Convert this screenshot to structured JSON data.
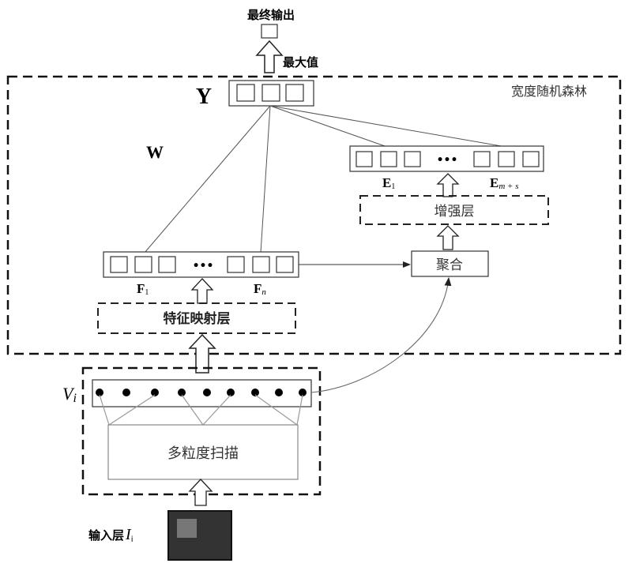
{
  "title_output": "最终输出",
  "max_label": "最大值",
  "forest_label": "宽度随机森林",
  "y_label": "Y",
  "w_label": "W",
  "enhance": {
    "first_label": "E",
    "first_sub": "1",
    "last_label": "E",
    "last_sub": "m + s",
    "layer_label": "增强层"
  },
  "feature": {
    "first_label": "F",
    "first_sub": "1",
    "last_label": "F",
    "last_sub": "n",
    "layer_label": "特征映射层"
  },
  "aggregate_label": "聚合",
  "vi_label": "V",
  "vi_sub": "i",
  "scan_label": "多粒度扫描",
  "input_label": "输入层",
  "input_var": "I",
  "input_sub": "i",
  "ellipsis": "•••",
  "colors": {
    "line": "#000000",
    "thin_line": "#555555",
    "scan_line": "#999999",
    "input_bg": "#333333",
    "input_patch": "#777777"
  }
}
